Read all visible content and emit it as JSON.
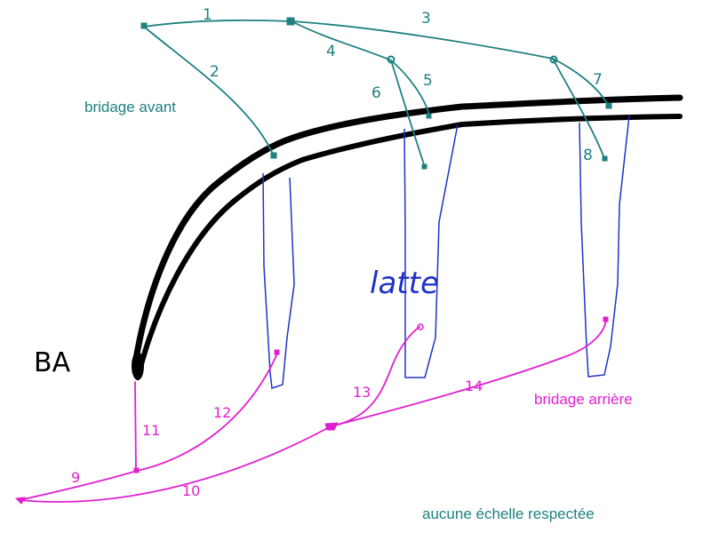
{
  "colors": {
    "front": "#1f8080",
    "back": "#e020d0",
    "batten": "#1f32c8",
    "boom": "#000000"
  },
  "labels": {
    "bridage_avant": "bridage avant",
    "bridage_arriere": "bridage arrière",
    "latte": "latte",
    "ba": "BA",
    "note": "aucune échelle respectée"
  },
  "segment_numbers": {
    "n1": "1",
    "n2": "2",
    "n3": "3",
    "n4": "4",
    "n5": "5",
    "n6": "6",
    "n7": "7",
    "n8": "8",
    "n9": "9",
    "n10": "10",
    "n11": "11",
    "n12": "12",
    "n13": "13",
    "n14": "14"
  }
}
